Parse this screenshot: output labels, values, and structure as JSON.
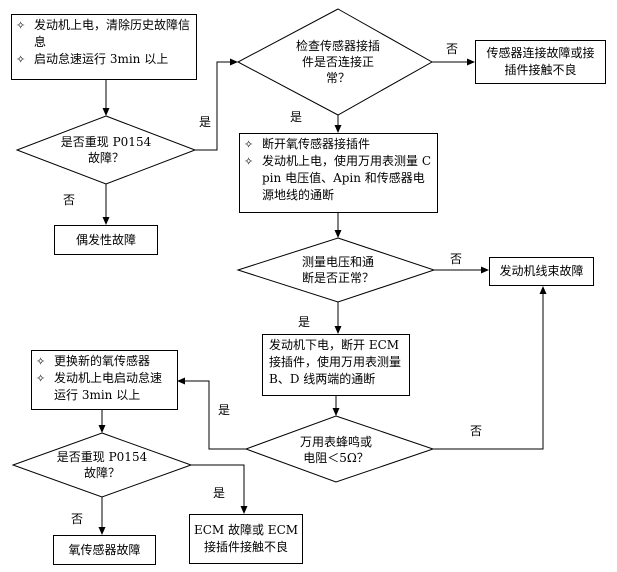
{
  "nodes": {
    "start": {
      "items": [
        "发动机上电，清除历史故障信息",
        "启动怠速运行 3min 以上"
      ]
    },
    "d1": {
      "lines": [
        "是否重现 P0154",
        "故障？"
      ]
    },
    "intermittent": {
      "text": "偶发性故障"
    },
    "d2": {
      "lines": [
        "检查传感器接插",
        "件是否连接正",
        "常？"
      ]
    },
    "conn_fault": {
      "lines": [
        "传感器连接故障或接",
        "插件接触不良"
      ]
    },
    "measure": {
      "items": [
        "断开氧传感器接插件",
        "发动机上电，使用万用表测量 C pin 电压值、Apin 和传感器电源地线的通断"
      ]
    },
    "d3": {
      "lines": [
        "测量电压和通",
        "断是否正常？"
      ]
    },
    "harness": {
      "text": "发动机线束故障"
    },
    "ecm_check": {
      "text": "发动机下电，断开 ECM 接插件，使用万用表测量 B、D 线两端的通断"
    },
    "d4": {
      "lines": [
        "万用表蜂鸣或",
        "电阻＜5Ω？"
      ]
    },
    "replace": {
      "items": [
        "更换新的氧传感器",
        "发动机上电启动怠速运行 3min 以上"
      ]
    },
    "d5": {
      "lines": [
        "是否重现 P0154",
        "故障？"
      ]
    },
    "o2_fault": {
      "text": "氧传感器故障"
    },
    "ecm_fault": {
      "lines": [
        "ECM 故障或 ECM",
        "接插件接触不良"
      ]
    }
  },
  "labels": {
    "yes": "是",
    "no": "否"
  },
  "bullet": "✧"
}
